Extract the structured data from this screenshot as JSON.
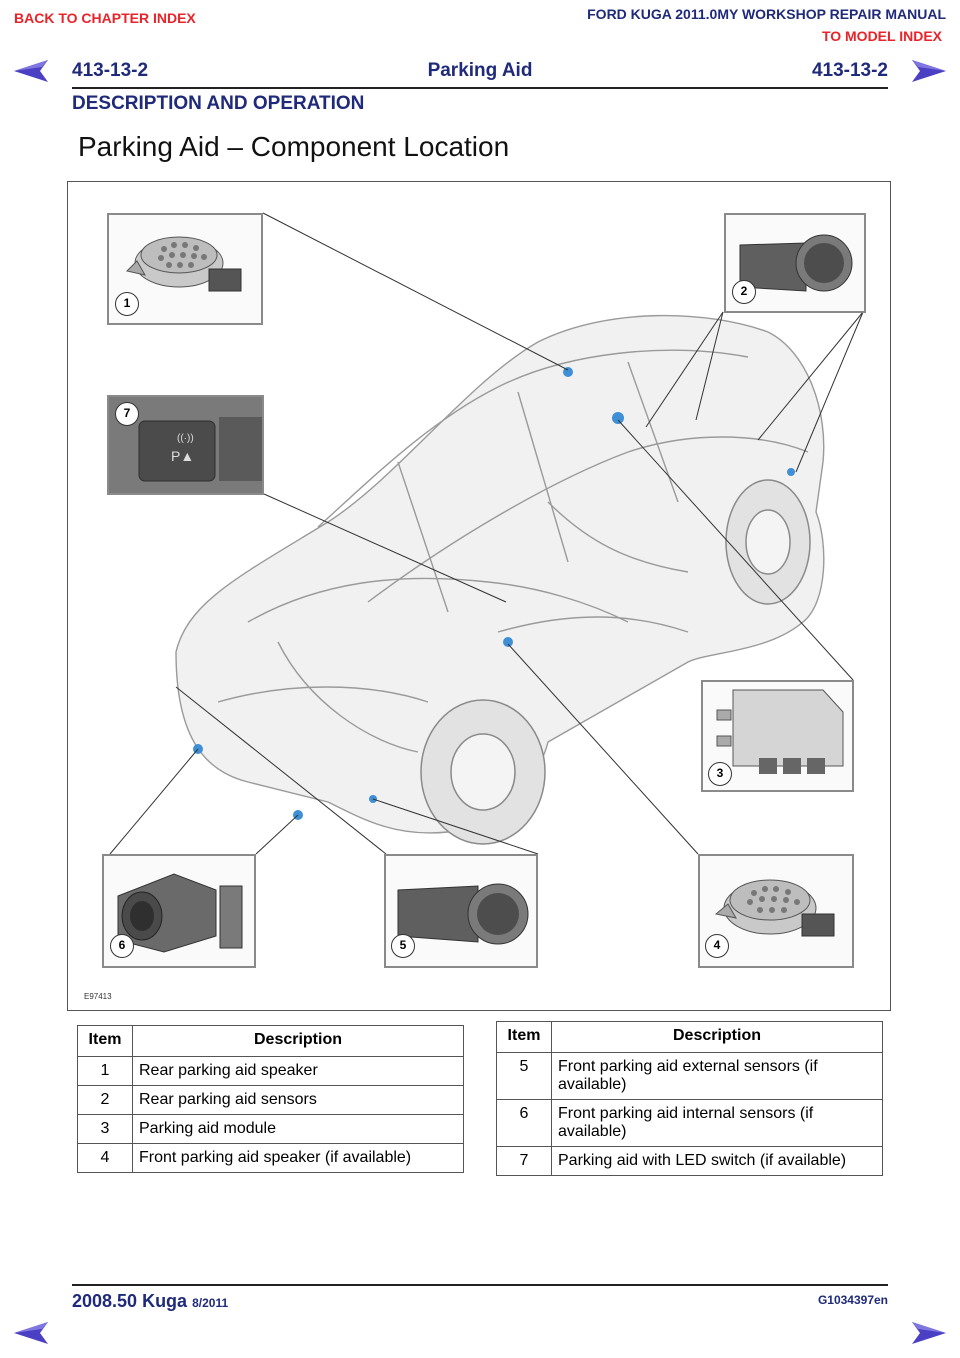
{
  "nav": {
    "back_to_chapter": "BACK TO CHAPTER INDEX",
    "manual_title": "FORD KUGA 2011.0MY WORKSHOP REPAIR MANUAL",
    "to_model_index": "TO MODEL INDEX"
  },
  "header": {
    "section_left": "413-13-2",
    "section_title": "Parking Aid",
    "section_right": "413-13-2",
    "subtitle": "DESCRIPTION AND OPERATION"
  },
  "page_title": "Parking Aid – Component Location",
  "figure": {
    "ref": "E97413",
    "callouts": [
      "1",
      "2",
      "3",
      "4",
      "5",
      "6",
      "7"
    ]
  },
  "table_left": {
    "col_item": "Item",
    "col_desc": "Description",
    "rows": [
      {
        "item": "1",
        "desc": "Rear parking aid speaker"
      },
      {
        "item": "2",
        "desc": "Rear parking aid sensors"
      },
      {
        "item": "3",
        "desc": "Parking aid module"
      },
      {
        "item": "4",
        "desc": "Front parking aid speaker (if available)"
      }
    ]
  },
  "table_right": {
    "col_item": "Item",
    "col_desc": "Description",
    "rows": [
      {
        "item": "5",
        "desc": "Front parking aid external sensors (if available)"
      },
      {
        "item": "6",
        "desc": "Front parking aid internal sensors (if available)"
      },
      {
        "item": "7",
        "desc": "Parking aid with LED switch (if available)"
      }
    ]
  },
  "footer": {
    "model": "2008.50 Kuga",
    "date": "8/2011",
    "doc_id": "G1034397en"
  },
  "colors": {
    "link_red": "#e8232a",
    "header_blue": "#1f2a7a",
    "arrow_purple": "#4b3fc4"
  }
}
